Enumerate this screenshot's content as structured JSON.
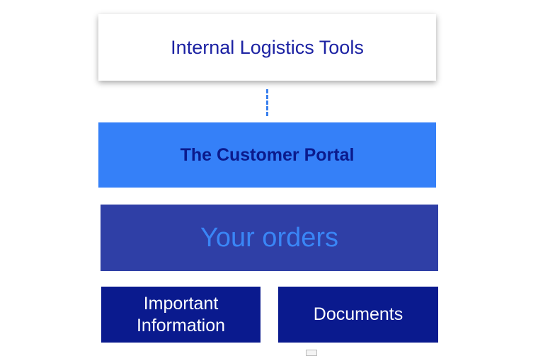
{
  "diagram": {
    "top_box": "Internal Logistics Tools",
    "portal_box": "The Customer Portal",
    "orders_box": "Your orders",
    "info_box_line1": "Important",
    "info_box_line2": "Information",
    "documents_box": "Documents"
  },
  "colors": {
    "portal": "#3580f8",
    "orders": "#2f3fa6",
    "navy": "#0a1a8e",
    "connector": "#3a80ee"
  }
}
